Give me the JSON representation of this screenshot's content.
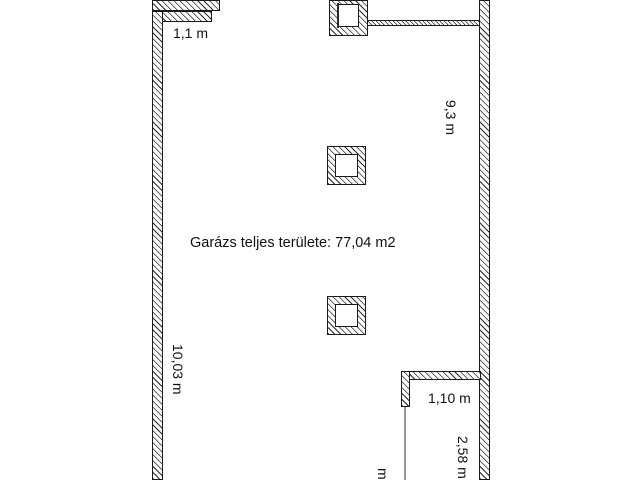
{
  "plan": {
    "area_label": "Garázs teljes területe: 77,04 m2",
    "dimensions": {
      "top_left": "1,1 m",
      "right_upper": "9,3 m",
      "left": "10,03 m",
      "small_room_width": "1,10 m",
      "small_room_depth": "2,58 m",
      "small_room_partial": "m"
    },
    "elements": {
      "column_upper": "structural-column",
      "column_lower": "structural-column",
      "column_entry": "structural-column",
      "door_entry": "door",
      "door_small_room": "door"
    },
    "colors": {
      "wall_stroke": "#1a1a1a",
      "wall_hatch": "#2b2b2b",
      "background": "#ffffff",
      "text": "#111111",
      "opening": "#9a9a9a"
    }
  }
}
